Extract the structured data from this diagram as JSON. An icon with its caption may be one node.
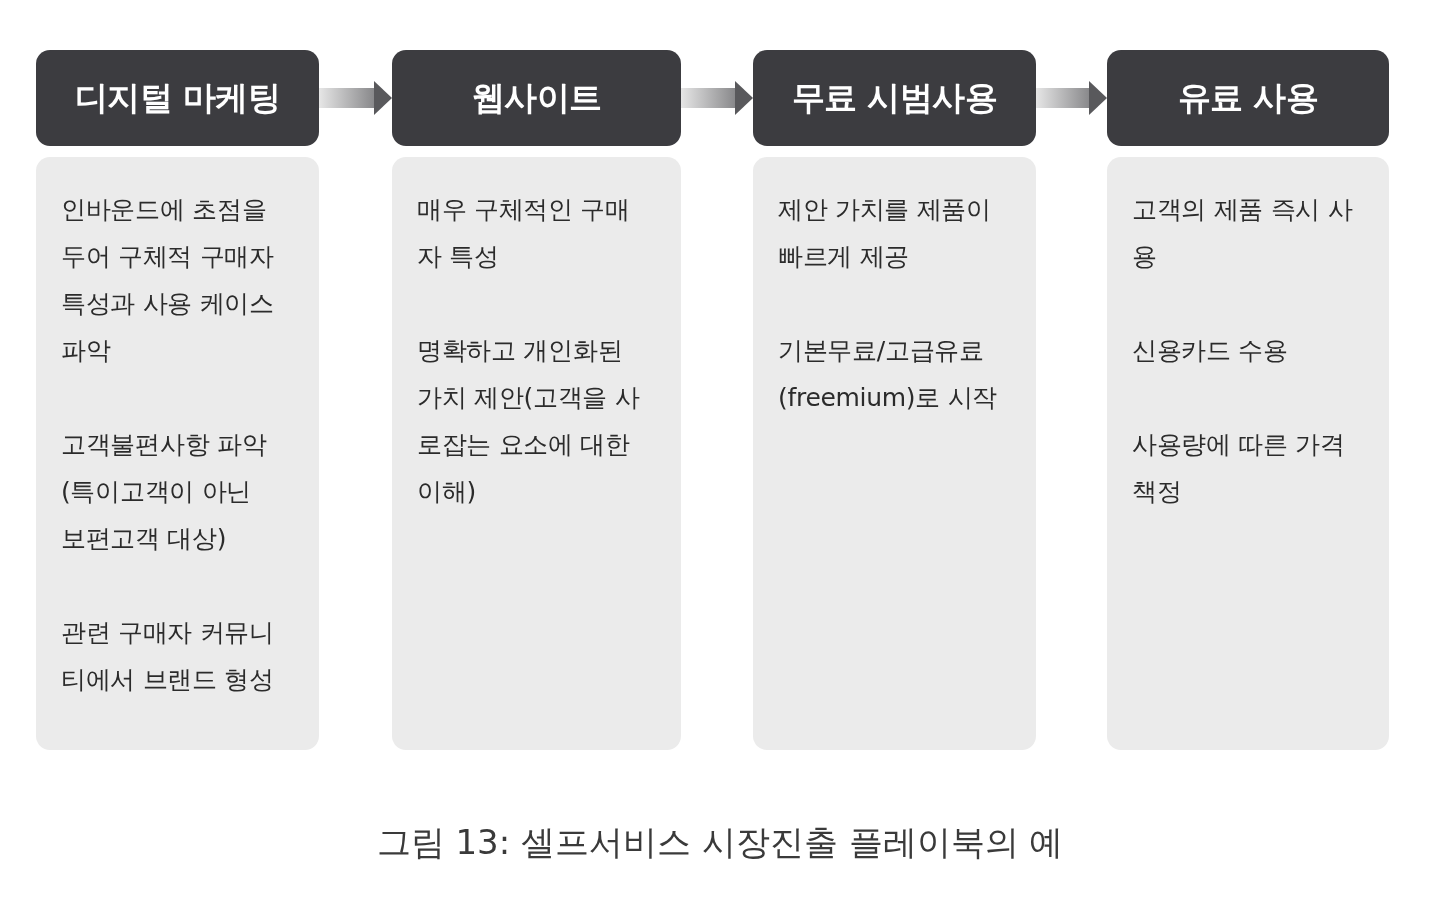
{
  "diagram": {
    "caption": "그림 13: 셀프서비스 시장진출 플레이북의 예",
    "nodes": [
      {
        "text": [
          "디지털 마케팅"
        ]
      },
      {
        "text": [
          "웹사이트"
        ]
      },
      {
        "text": [
          "무료 시범사용"
        ]
      },
      {
        "text": [
          "유료 사용"
        ]
      },
      {
        "text": [
          "인바운드에 초점을 두어 구체적 구매자 특성과 사용 케이스 파악",
          "고객불편사항 파악 (특이고객이 아닌 보편고객 대상)",
          "관련 구매자 커뮤니티에서 브랜드 형성"
        ]
      },
      {
        "text": [
          "매우 구체적인 구매자 특성",
          "명확하고 개인화된 가치 제안(고객을 사로잡는 요소에 대한 이해)"
        ]
      },
      {
        "text": [
          "제안 가치를 제품이 빠르게 제공",
          "기본무료/고급유료(freemium)로 시작"
        ]
      },
      {
        "text": [
          "고객의 제품 즉시 사용",
          "신용카드 수용",
          "사용량에 따른 가격 책정"
        ]
      }
    ],
    "edges": [
      {
        "from": 0,
        "to": 1,
        "arrow": "to"
      },
      {
        "from": 1,
        "to": 2,
        "arrow": "to"
      },
      {
        "from": 2,
        "to": 3,
        "arrow": "to"
      }
    ]
  }
}
